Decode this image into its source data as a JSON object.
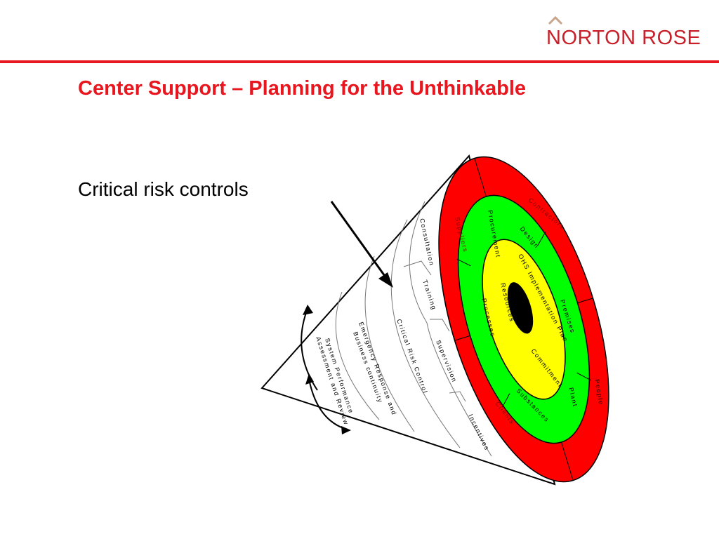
{
  "brand": {
    "name": "NORTON ROSE",
    "color": "#c8202a"
  },
  "slide": {
    "title": "Center Support – Planning for the Unthinkable",
    "subtitle": "Critical risk controls"
  },
  "diagram": {
    "cone_sections": [
      "Consultation",
      "Training",
      "Supervision",
      "Incentives",
      "Critical Risk Control",
      "Emergency Response and",
      "Business continuity",
      "System Performance",
      "Assessment and Review"
    ],
    "outer_ring": [
      "Contractors",
      "Suppliers",
      "People",
      "Clients"
    ],
    "middle_ring": [
      "Procurement",
      "Design",
      "Premises",
      "Plant",
      "Substances",
      "Processes"
    ],
    "inner_ring": [
      "OHS Implementation Plan",
      "Resources",
      "Commitment"
    ],
    "colors": {
      "outer": "#ff0000",
      "middle": "#00ff00",
      "inner": "#ffff00",
      "core": "#000000"
    }
  }
}
